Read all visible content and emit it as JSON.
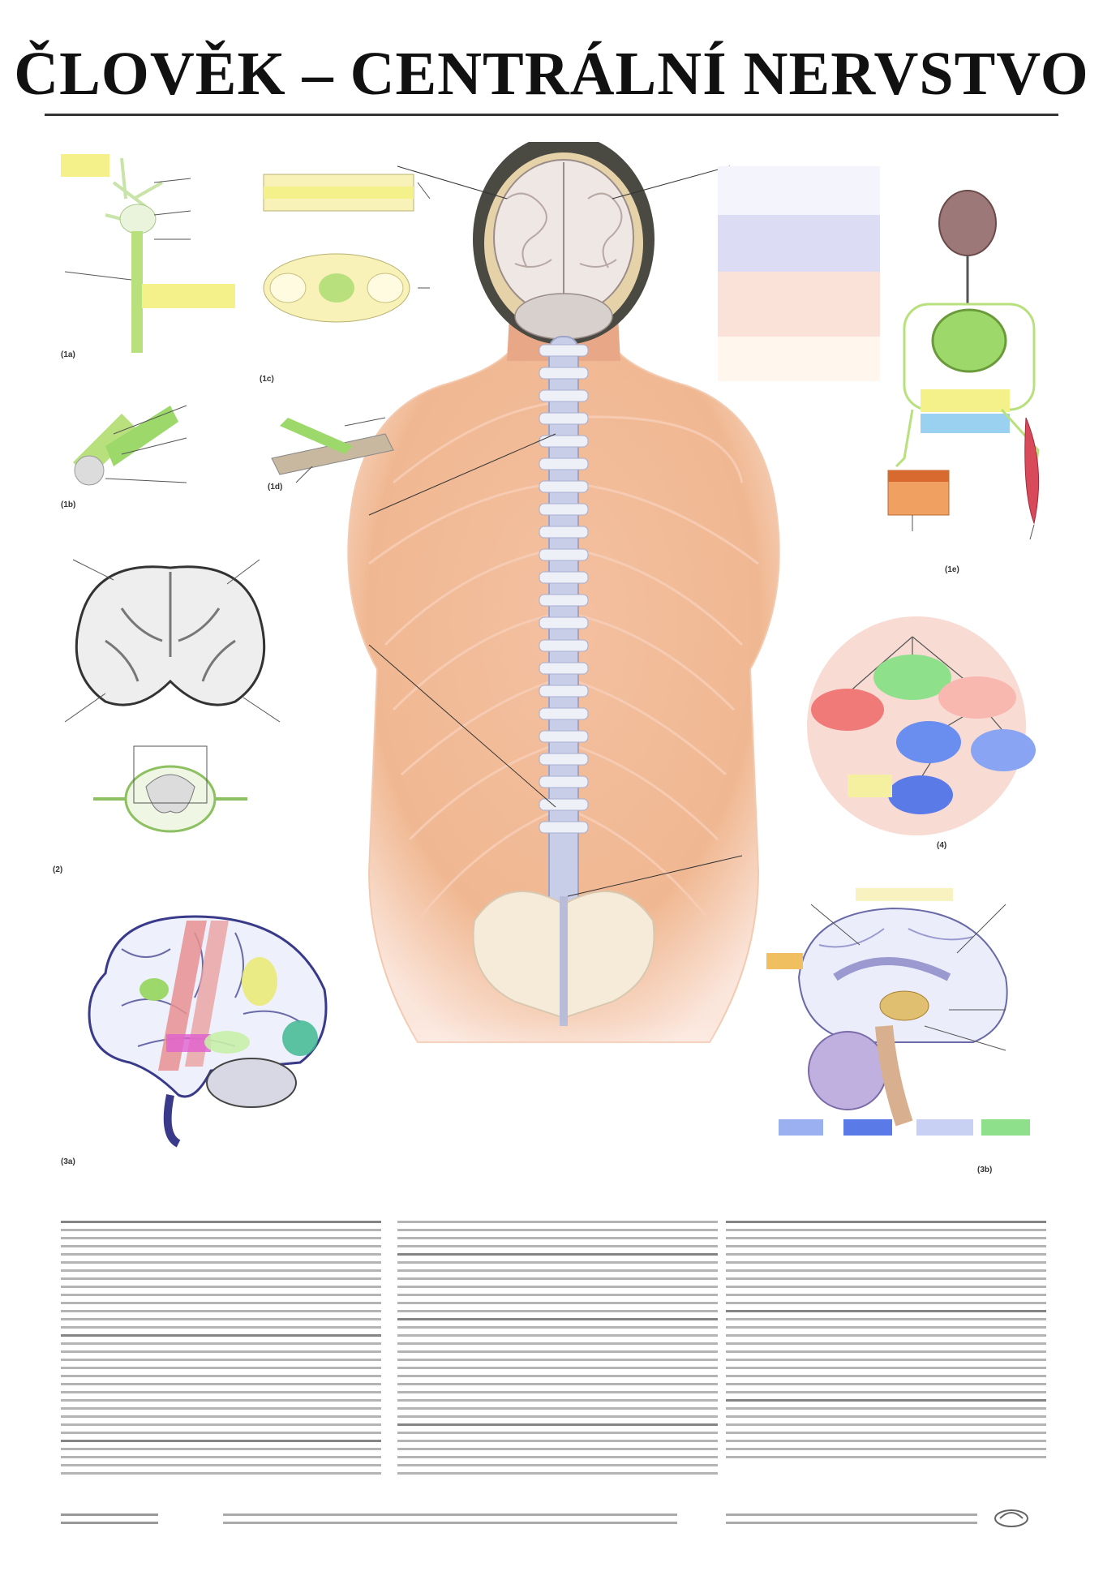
{
  "title": "ČLOVĚK – CENTRÁLNÍ NERVSTVO",
  "colors": {
    "skin": "#f1b892",
    "spine": "#c8cde8",
    "nerve_yellow": "#f4f08a",
    "nerve_green": "#b8e07c",
    "brain_gray": "#e8e2dc",
    "ring_pink": "#f8dcd4",
    "node_green": "#8fe08a",
    "node_red": "#f07a78",
    "node_blue": "#6a8ef0",
    "reflex_blue": "#9ad0f0",
    "cortex_red": "#e89090",
    "cortex_green": "#9cd86a",
    "cortex_yellow": "#eaea78",
    "cortex_magenta": "#e060d0",
    "cortex_teal": "#40b890"
  },
  "icons": [
    "neuron",
    "synapse",
    "nerve-fibre",
    "brain-section",
    "spinal-cord-section",
    "brain-lateral",
    "human-back",
    "reflex-arc",
    "brain-sagittal",
    "muscle",
    "skin-block",
    "publisher-logo"
  ]
}
